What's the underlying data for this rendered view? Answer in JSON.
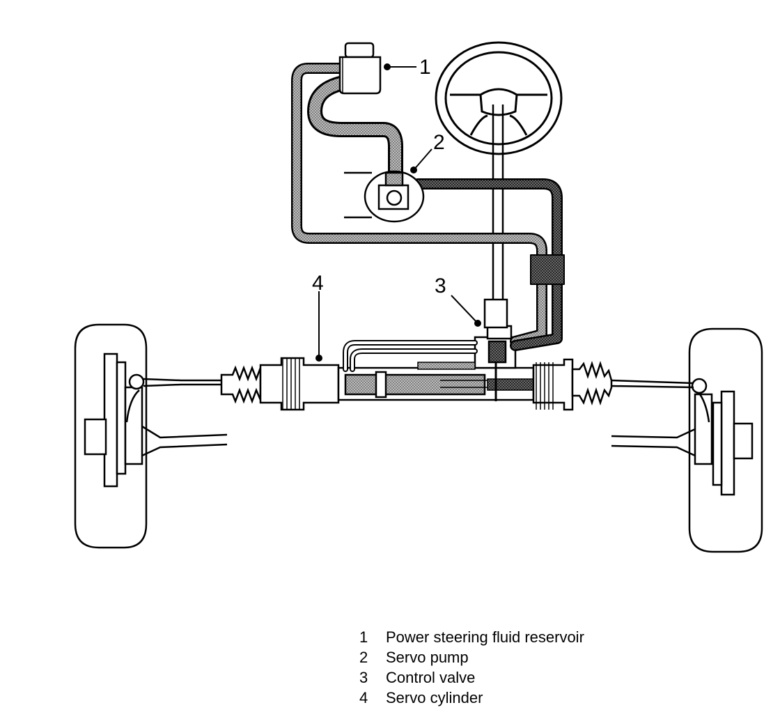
{
  "callouts": {
    "c1": "1",
    "c2": "2",
    "c3": "3",
    "c4": "4"
  },
  "legend": [
    {
      "number": "1",
      "text": "Power steering fluid reservoir"
    },
    {
      "number": "2",
      "text": "Servo pump"
    },
    {
      "number": "3",
      "text": "Control valve"
    },
    {
      "number": "4",
      "text": "Servo cylinder"
    }
  ],
  "colors": {
    "ink": "#000000",
    "hose_fill": "#9a9a9a",
    "background": "#ffffff"
  },
  "icons": {
    "reservoir": "fluid-reservoir-icon",
    "pump": "servo-pump-icon",
    "steering_wheel": "steering-wheel-icon",
    "valve": "control-valve-icon",
    "cylinder": "servo-cylinder-icon",
    "wheels": "wheel-icon"
  }
}
